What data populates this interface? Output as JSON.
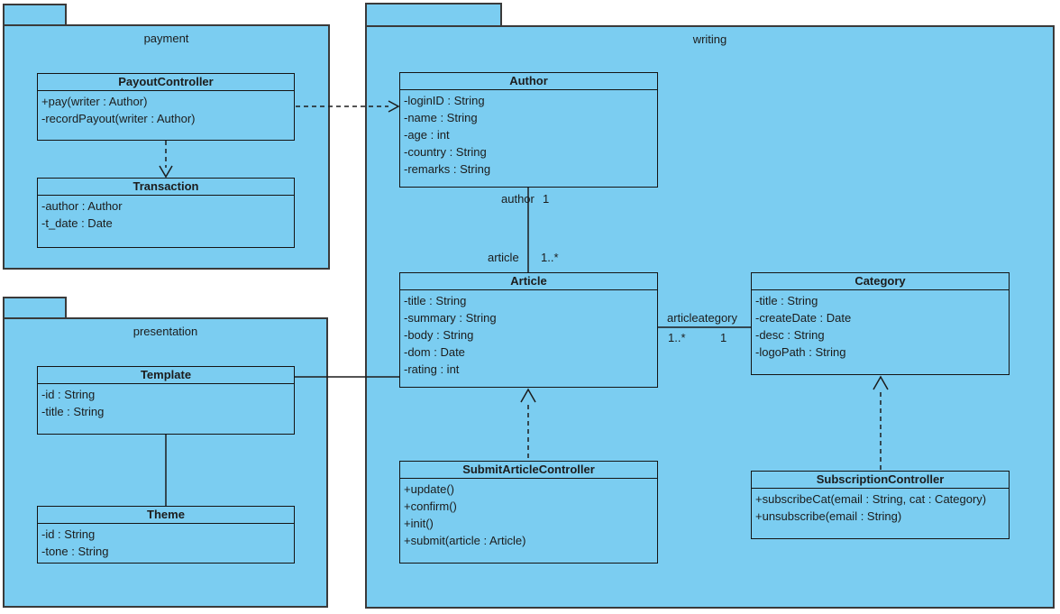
{
  "colors": {
    "shape_fill": "#7bcdf1",
    "package_border": "#3a3a3a",
    "class_border": "#141414",
    "line": "#1c1c1c",
    "text": "#1c1c1c"
  },
  "packages": {
    "payment": {
      "label": "payment"
    },
    "presentation": {
      "label": "presentation"
    },
    "writing": {
      "label": "writing"
    }
  },
  "classes": {
    "payout_controller": {
      "name": "PayoutController",
      "members": [
        "+pay(writer : Author)",
        "-recordPayout(writer : Author)"
      ]
    },
    "transaction": {
      "name": "Transaction",
      "members": [
        "-author : Author",
        "-t_date : Date"
      ]
    },
    "author": {
      "name": "Author",
      "members": [
        "-loginID : String",
        "-name : String",
        "-age : int",
        "-country : String",
        "-remarks : String"
      ]
    },
    "article": {
      "name": "Article",
      "members": [
        "-title : String",
        "-summary : String",
        "-body : String",
        "-dom : Date",
        "-rating : int"
      ]
    },
    "category": {
      "name": "Category",
      "members": [
        "-title : String",
        "-createDate : Date",
        "-desc : String",
        "-logoPath : String"
      ]
    },
    "submit_article_controller": {
      "name": "SubmitArticleController",
      "members": [
        "+update()",
        "+confirm()",
        "+init()",
        "+submit(article : Article)"
      ]
    },
    "subscription_controller": {
      "name": "SubscriptionController",
      "members": [
        "+subscribeCat(email : String, cat : Category)",
        "+unsubscribe(email : String)"
      ]
    },
    "template": {
      "name": "Template",
      "members": [
        "-id : String",
        "-title : String"
      ]
    },
    "theme": {
      "name": "Theme",
      "members": [
        "-id : String",
        "-tone : String"
      ]
    }
  },
  "relationships": {
    "author_article": {
      "role_author": "author",
      "mult_author": "1",
      "role_article": "article",
      "mult_article": "1..*"
    },
    "article_category": {
      "label": "articleategory",
      "mult_article": "1..*",
      "mult_category": "1"
    }
  }
}
